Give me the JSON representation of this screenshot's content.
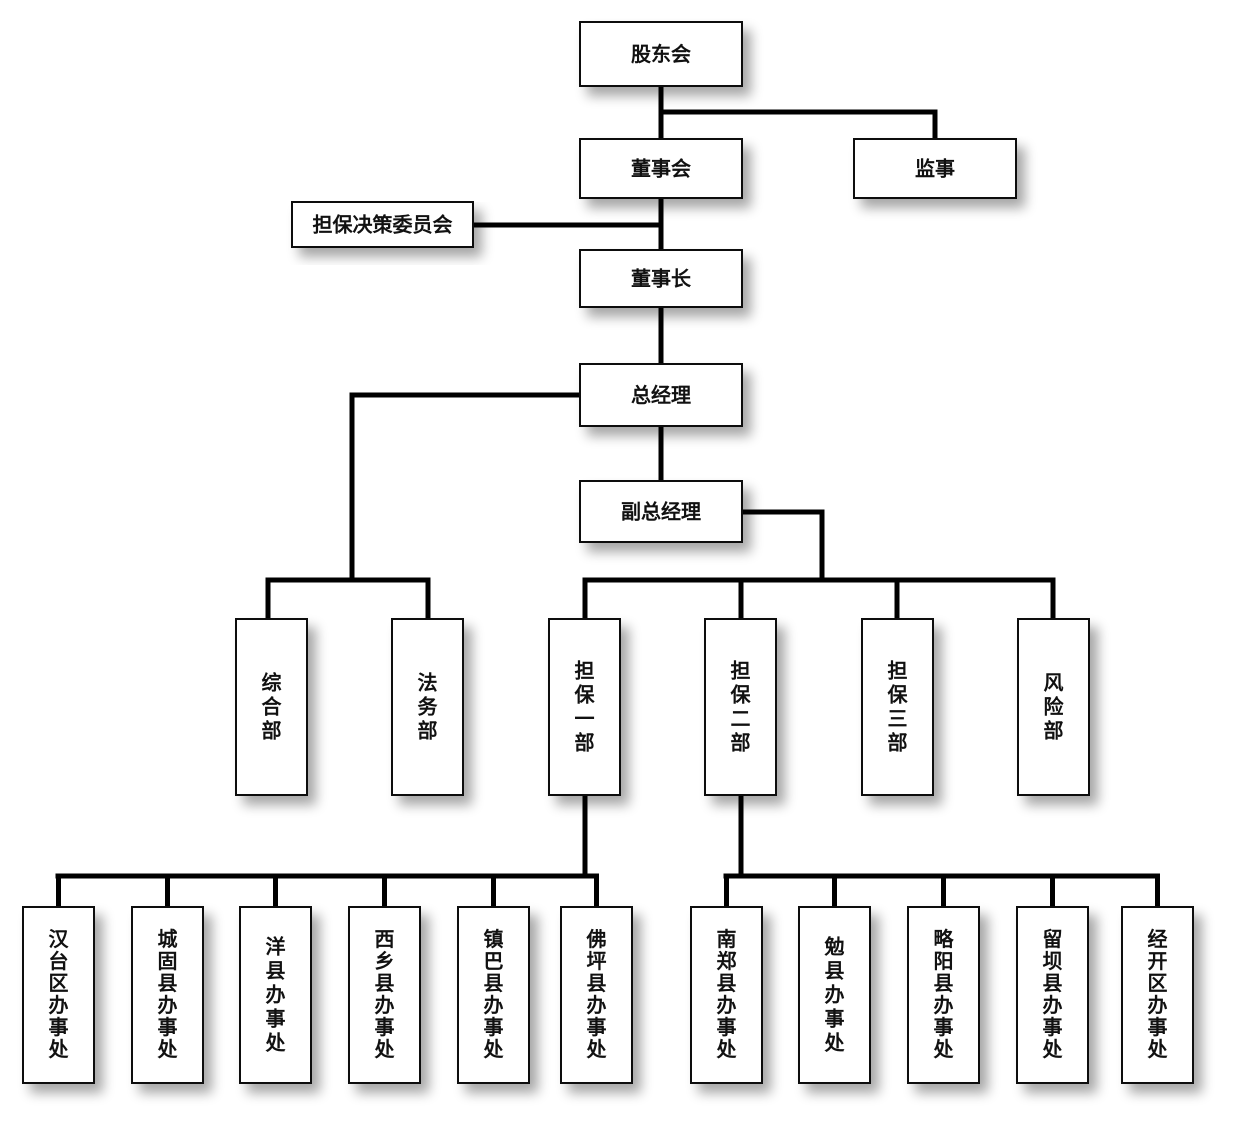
{
  "chart": {
    "top": [
      {
        "id": "shareholders",
        "label": "股东会"
      },
      {
        "id": "board",
        "label": "董事会"
      },
      {
        "id": "supervisor",
        "label": "监事"
      },
      {
        "id": "committee",
        "label": "担保决策委员会"
      },
      {
        "id": "chairman",
        "label": "董事长"
      },
      {
        "id": "gm",
        "label": "总经理"
      },
      {
        "id": "deputy-gm",
        "label": "副总经理"
      }
    ],
    "departments": [
      {
        "id": "general",
        "label": "综合部"
      },
      {
        "id": "legal",
        "label": "法务部"
      },
      {
        "id": "guarantee-1",
        "label": "担保一部"
      },
      {
        "id": "guarantee-2",
        "label": "担保二部"
      },
      {
        "id": "guarantee-3",
        "label": "担保三部"
      },
      {
        "id": "risk",
        "label": "风险部"
      }
    ],
    "offices": [
      {
        "id": "hantai",
        "label": "汉台区办事处"
      },
      {
        "id": "chenggu",
        "label": "城固县办事处"
      },
      {
        "id": "yangxian",
        "label": "洋县办事处"
      },
      {
        "id": "xixiang",
        "label": "西乡县办事处"
      },
      {
        "id": "zhenba",
        "label": "镇巴县办事处"
      },
      {
        "id": "foping",
        "label": "佛坪县办事处"
      },
      {
        "id": "nanzheng",
        "label": "南郑县办事处"
      },
      {
        "id": "mianxian",
        "label": "勉县办事处"
      },
      {
        "id": "lueyang",
        "label": "略阳县办事处"
      },
      {
        "id": "liuba",
        "label": "留坝县办事处"
      },
      {
        "id": "jingkai",
        "label": "经开区办事处"
      }
    ]
  }
}
